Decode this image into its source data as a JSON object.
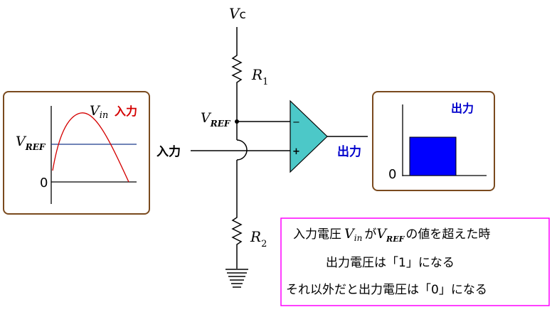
{
  "labels": {
    "vc_main": "V",
    "vc_sub": "c",
    "r1_main": "R",
    "r1_sub": "1",
    "r2_main": "R",
    "r2_sub": "2",
    "vref_node_main": "V",
    "vref_node_sub": "REF",
    "minus_sign": "−",
    "plus_sign": "+",
    "input_label": "入力",
    "output_label": "出力"
  },
  "input_graph": {
    "vin_main": "V",
    "vin_sub": "in",
    "title": "入力",
    "vref_main": "V",
    "vref_sub": "REF",
    "zero": "0"
  },
  "output_graph": {
    "title": "出力",
    "zero": "0"
  },
  "note": {
    "line1_a": "入力電圧",
    "line1_v": "V",
    "line1_vsub": "in",
    "line1_b": "が",
    "line1_v2": "V",
    "line1_v2sub": "REF",
    "line1_c": "の値を超えた時",
    "line2": "出力電圧は「1」になる",
    "line3": "それ以外だと出力電圧は「0」になる"
  },
  "colors": {
    "box_border": "#7a4a1e",
    "red": "#d40000",
    "blue": "#0000cc",
    "bar_fill": "#0000ff",
    "opamp_fill": "#4cc8c8",
    "note_border": "#ff00ff",
    "vref_line": "#1a3a8c"
  }
}
